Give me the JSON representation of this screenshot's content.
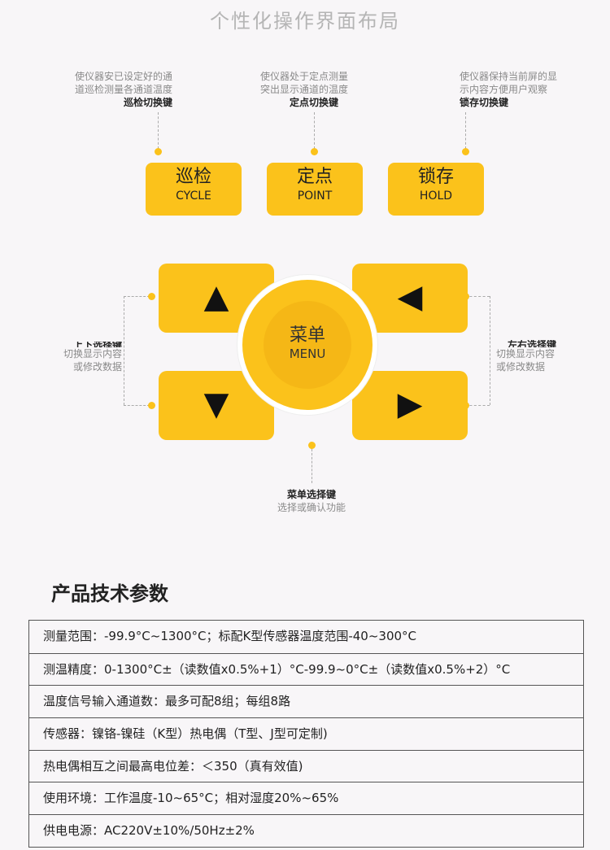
{
  "title": "个性化操作界面布局",
  "top_keys": [
    {
      "desc1": "使仪器安已设定好的通",
      "desc2": "道巡检测量各通道温度",
      "key": "巡检切换键",
      "cn": "巡检",
      "en": "CYCLE"
    },
    {
      "desc1": "使仪器处于定点测量",
      "desc2": "突出显示通道的温度",
      "key": "定点切换键",
      "cn": "定点",
      "en": "POINT"
    },
    {
      "desc1": "使仪器保持当前屏的显",
      "desc2": "示内容方便用户观察",
      "key": "锁存切换键",
      "cn": "锁存",
      "en": "HOLD"
    }
  ],
  "left_label": {
    "key": "上下选择键",
    "desc1": "切换显示内容",
    "desc2": "或修改数据"
  },
  "right_label": {
    "key": "左右选择键",
    "desc1": "切换显示内容",
    "desc2": "或修改数据"
  },
  "menu": {
    "cn": "菜单",
    "en": "MENU",
    "key": "菜单选择键",
    "desc": "选择或确认功能"
  },
  "section_title": "产品技术参数",
  "specs": [
    "测量范围：-99.9°C~1300°C；标配K型传感器温度范围-40~300°C",
    "测温精度：0-1300°C±（读数值x0.5%+1）°C-99.9~0°C±（读数值x0.5%+2）°C",
    "温度信号输入通道数：最多可配8组；每组8路",
    "传感器：镍铬-镍硅（K型）热电偶（T型、J型可定制)",
    "热电偶相互之间最高电位差：＜350（真有效值)",
    "使用环境：工作温度-10~65°C；相对湿度20%~65%",
    "供电电源：AC220V±10%/50Hz±2%"
  ],
  "colors": {
    "accent": "#fbc21b"
  }
}
